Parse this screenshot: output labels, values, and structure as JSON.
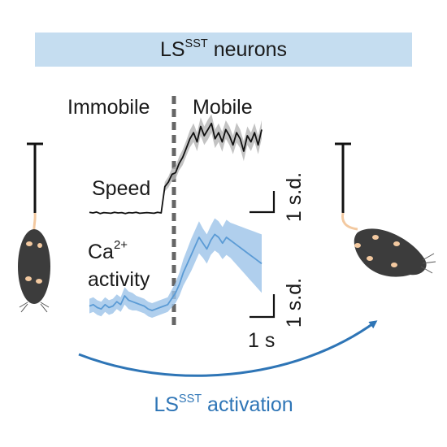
{
  "title": {
    "main": "LS",
    "sup": "SST",
    "rest": " neurons"
  },
  "phases": {
    "left": "Immobile",
    "right": "Mobile"
  },
  "traces": {
    "speed_label": "Speed",
    "calcium_label_main": "Ca",
    "calcium_label_sup": "2+",
    "calcium_label_line2": "activity"
  },
  "scale_bars": {
    "y_speed": "1 s.d.",
    "y_calcium": "1 s.d.",
    "x_time": "1 s"
  },
  "activation": {
    "main": "LS",
    "sup": "SST",
    "rest": " activation"
  },
  "colors": {
    "title_bar": "#c5ddf0",
    "calcium_line": "#5b9bd5",
    "calcium_band": "#9cc3e8",
    "speed_line": "#111111",
    "speed_band": "#b4b4b4",
    "arrow": "#2e75b6",
    "divider": "#666666",
    "mouse_body": "#3c3c3c",
    "mouse_spots": "#f3c9a0"
  },
  "chart_data": {
    "type": "line",
    "divider_at_fraction": 0.5,
    "series": [
      {
        "name": "Speed",
        "values": [
          0.02,
          0.0,
          0.03,
          -0.02,
          0.01,
          0.0,
          -0.01,
          0.02,
          0.0,
          0.01,
          -0.02,
          0.01,
          0.0,
          0.02,
          -0.01,
          0.0,
          0.01,
          0.0,
          -0.01,
          0.02,
          0.0,
          0.85,
          1.0,
          1.25,
          1.3,
          1.6,
          1.8,
          2.1,
          2.4,
          2.6,
          2.3,
          2.8,
          2.5,
          2.7,
          2.9,
          2.4,
          2.6,
          2.3,
          2.7,
          2.5,
          2.2,
          2.6,
          2.4,
          2.0,
          2.5,
          2.3,
          2.6,
          2.2,
          2.7
        ],
        "band": [
          0.0,
          0.0,
          0.0,
          0.0,
          0.0,
          0.0,
          0.0,
          0.0,
          0.0,
          0.0,
          0.0,
          0.0,
          0.0,
          0.0,
          0.0,
          0.0,
          0.0,
          0.0,
          0.0,
          0.0,
          0.0,
          0.15,
          0.18,
          0.2,
          0.2,
          0.22,
          0.25,
          0.25,
          0.28,
          0.3,
          0.3,
          0.3,
          0.3,
          0.32,
          0.3,
          0.3,
          0.3,
          0.32,
          0.3,
          0.3,
          0.3,
          0.32,
          0.3,
          0.32,
          0.3,
          0.3,
          0.3,
          0.3,
          0.3
        ]
      },
      {
        "name": "Ca2+ activity",
        "values": [
          0.15,
          0.2,
          0.1,
          0.05,
          0.2,
          0.1,
          0.15,
          0.3,
          0.2,
          0.5,
          0.35,
          0.3,
          0.25,
          0.2,
          0.15,
          0.05,
          0.0,
          0.05,
          0.1,
          0.15,
          0.2,
          0.4,
          0.6,
          0.9,
          1.3,
          1.6,
          1.9,
          2.2,
          2.5,
          2.3,
          2.1,
          2.4,
          2.6,
          2.5,
          2.3,
          2.5,
          2.4,
          2.3,
          2.2,
          2.1,
          2.0,
          1.9,
          1.8,
          1.7,
          1.6
        ],
        "band": [
          0.25,
          0.25,
          0.25,
          0.25,
          0.25,
          0.25,
          0.25,
          0.25,
          0.25,
          0.3,
          0.3,
          0.3,
          0.25,
          0.25,
          0.25,
          0.25,
          0.25,
          0.25,
          0.25,
          0.25,
          0.25,
          0.3,
          0.35,
          0.4,
          0.45,
          0.5,
          0.55,
          0.55,
          0.55,
          0.5,
          0.5,
          0.5,
          0.55,
          0.55,
          0.55,
          0.6,
          0.6,
          0.65,
          0.7,
          0.75,
          0.8,
          0.85,
          0.9,
          0.95,
          1.0
        ]
      }
    ],
    "scale_bars": {
      "y": "1 s.d.",
      "x": "1 s"
    }
  }
}
